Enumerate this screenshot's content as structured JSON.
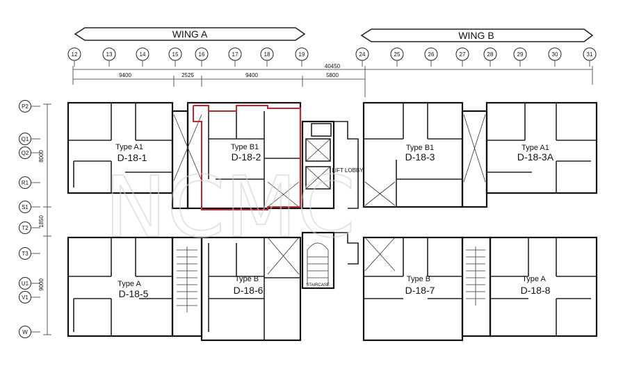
{
  "wings": [
    {
      "label": "WING A"
    },
    {
      "label": "WING B"
    }
  ],
  "grid_top": [
    "12",
    "13",
    "14",
    "15",
    "16",
    "17",
    "18",
    "19",
    "24",
    "25",
    "26",
    "27",
    "28",
    "29",
    "30",
    "31"
  ],
  "grid_left": [
    "P2",
    "Q1",
    "Q2",
    "R1",
    "S1",
    "T2",
    "T3",
    "U1",
    "V1",
    "W"
  ],
  "dims_top": {
    "total": "40450",
    "d1": "9400",
    "d2": "2525",
    "d3": "9400",
    "d4": "5800"
  },
  "dims_left": {
    "d1": "8000",
    "d2": "1850",
    "d3": "9000"
  },
  "units": [
    {
      "type": "Type A1",
      "code": "D-18-1"
    },
    {
      "type": "Type B1",
      "code": "D-18-2"
    },
    {
      "type": "Type B1",
      "code": "D-18-3"
    },
    {
      "type": "Type A1",
      "code": "D-18-3A"
    },
    {
      "type": "Type A",
      "code": "D-18-5"
    },
    {
      "type": "Type B",
      "code": "D-18-6"
    },
    {
      "type": "Type B",
      "code": "D-18-7"
    },
    {
      "type": "Type A",
      "code": "D-18-8"
    }
  ],
  "core_labels": {
    "lift_lobby": "LIFT LOBBY",
    "staircase": "STAIRCASE"
  },
  "watermark": "NCMC",
  "highlight_color": "#c3262e"
}
